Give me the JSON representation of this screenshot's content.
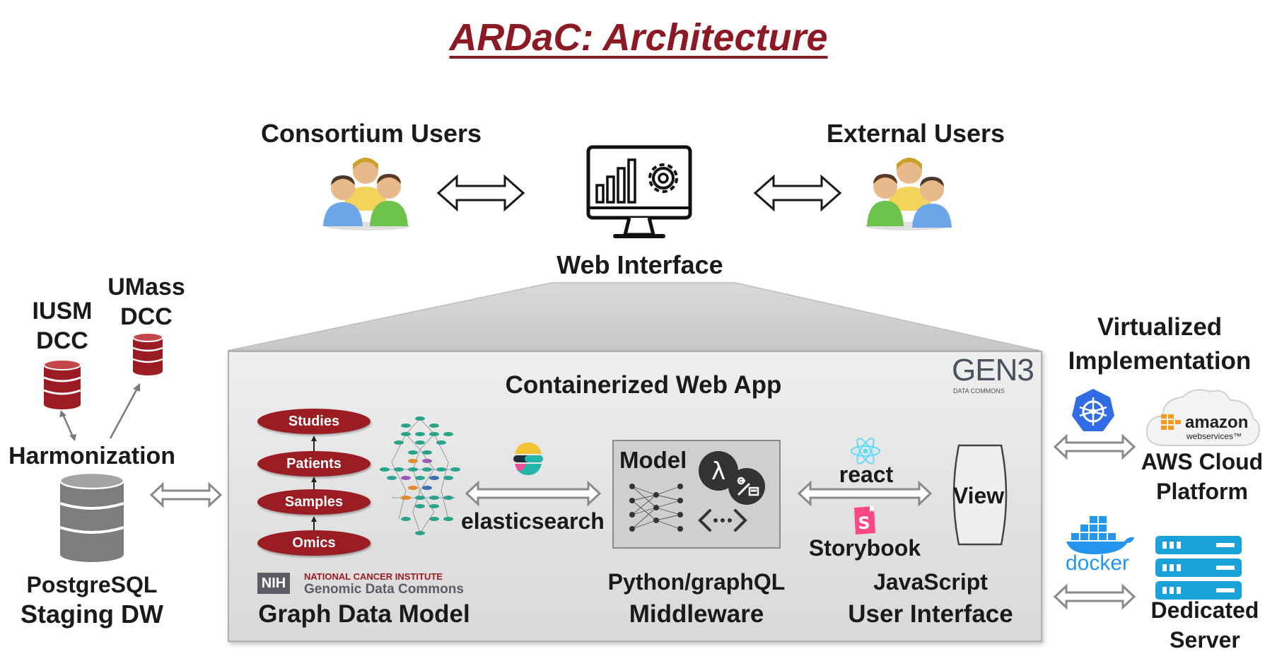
{
  "title": "ARDaC: Architecture",
  "users": {
    "consortium": "Consortium Users",
    "external": "External Users"
  },
  "web_interface": "Web Interface",
  "dcc": {
    "iusm_line1": "IUSM",
    "iusm_line2": "DCC",
    "umass_line1": "UMass",
    "umass_line2": "DCC"
  },
  "harmonization": "Harmonization",
  "staging": {
    "line1": "PostgreSQL",
    "line2": "Staging DW"
  },
  "container": {
    "title": "Containerized Web App",
    "gen3_logo": "GEN3",
    "gen3_sub": "DATA COMMONS",
    "graph_nodes": [
      "Studies",
      "Patients",
      "Samples",
      "Omics"
    ],
    "nih_badge": "NIH",
    "nih_line1": "NATIONAL CANCER INSTITUTE",
    "nih_line2": "Genomic Data Commons",
    "graph_model_label": "Graph Data Model",
    "elasticsearch": "elasticsearch",
    "model_label": "Model",
    "middleware_line1": "Python/graphQL",
    "middleware_line2": "Middleware",
    "react": "react",
    "storybook": "Storybook",
    "view": "View",
    "ui_line1": "JavaScript",
    "ui_line2": "User Interface"
  },
  "virtualized": {
    "line1": "Virtualized",
    "line2": "Implementation",
    "amazon_line1": "amazon",
    "amazon_line2": "webservices™",
    "aws_line1": "AWS Cloud",
    "aws_line2": "Platform",
    "docker": "docker",
    "server_line1": "Dedicated",
    "server_line2": "Server"
  },
  "colors": {
    "title": "#8b1a24",
    "db_red": "#9b1c22",
    "db_gray": "#7d7d7d",
    "kubernetes": "#326ce5",
    "docker": "#2496ed",
    "server": "#1aa3d8",
    "aws_orange": "#f29b1d",
    "elastic_yellow": "#f3c331",
    "elastic_teal": "#24b7a7",
    "storybook": "#ff4785",
    "react": "#61dafb"
  }
}
